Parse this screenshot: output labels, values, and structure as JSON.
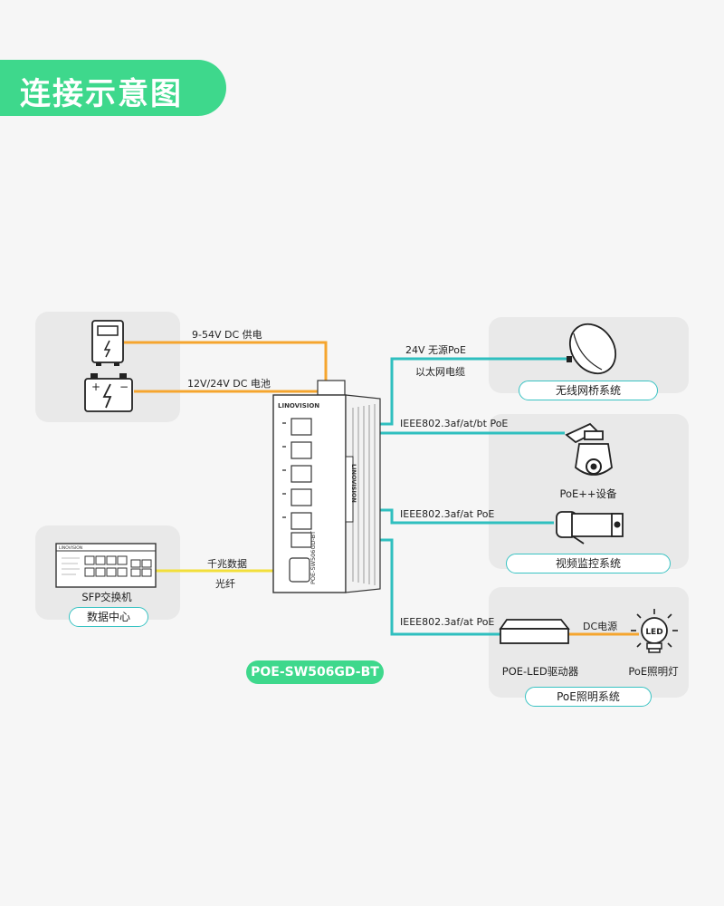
{
  "header": {
    "title": "连接示意图"
  },
  "links": {
    "power_supply": "9-54V DC 供电",
    "battery": "12V/24V DC 电池",
    "poe_24v": "24V 无源PoE",
    "ethernet_cable": "以太网电缆",
    "poe_bt": "IEEE802.3af/at/bt PoE",
    "poe_at_camera": "IEEE802.3af/at PoE",
    "poe_at_led": "IEEE802.3af/at PoE",
    "gigabit_data": "千兆数据",
    "fiber": "光纤",
    "dc_power": "DC电源"
  },
  "devices": {
    "ptz_camera": "PoE++设备",
    "sfp_switch": "SFP交换机",
    "led_driver": "POE-LED驱动器",
    "led_lamp": "PoE照明灯",
    "led_text": "LED",
    "switch_brand": "LINOVISION",
    "switch_side_text": "POE-SW506GD-BT",
    "sfp_brand": "LINOVISION"
  },
  "systems": {
    "wireless_bridge": "无线网桥系统",
    "video_surveillance": "视频监控系统",
    "lighting": "PoE照明系统",
    "data_center": "数据中心"
  },
  "product": {
    "model": "POE-SW506GD-BT"
  },
  "colors": {
    "accent": "#3ed88c",
    "power_line": "#f5a52e",
    "poe_line": "#2fbfbf",
    "fiber_line": "#f2df3a"
  }
}
